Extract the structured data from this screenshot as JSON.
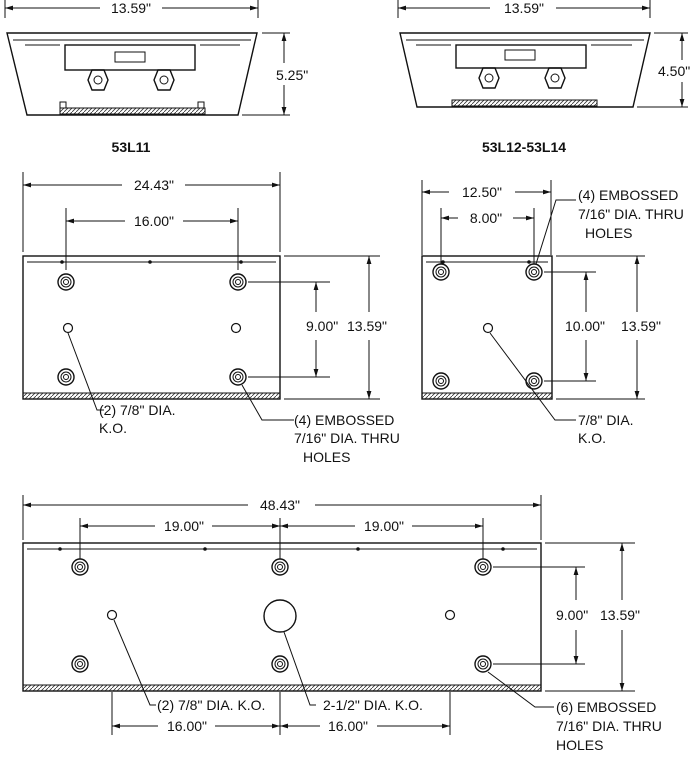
{
  "views": {
    "side_left": {
      "width": "13.59\"",
      "height": "5.25\"",
      "model": "53L11"
    },
    "side_right": {
      "width": "13.59\"",
      "height": "4.50\"",
      "model": "53L12-53L14"
    },
    "mid_left": {
      "overall_width": "24.43\"",
      "hole_spacing": "16.00\"",
      "hole_vertical": "9.00\"",
      "height": "13.59\"",
      "ko_label": [
        "(2) 7/8\" DIA.",
        "K.O."
      ],
      "emboss_label": [
        "(4) EMBOSSED",
        "7/16\" DIA. THRU",
        "HOLES"
      ]
    },
    "mid_right": {
      "overall_width": "12.50\"",
      "hole_spacing": "8.00\"",
      "hole_vertical": "10.00\"",
      "height": "13.59\"",
      "ko_label": [
        "7/8\" DIA.",
        "K.O."
      ],
      "emboss_label": [
        "(4) EMBOSSED",
        "7/16\" DIA. THRU",
        "HOLES"
      ]
    },
    "bottom": {
      "overall_width": "48.43\"",
      "hole_spacing_left": "19.00\"",
      "hole_spacing_right": "19.00\"",
      "hole_vertical": "9.00\"",
      "height": "13.59\"",
      "ko_spacing_left": "16.00\"",
      "ko_spacing_right": "16.00\"",
      "small_ko_label": "(2) 7/8\" DIA. K.O.",
      "large_ko_label": "2-1/2\" DIA. K.O.",
      "emboss_label": [
        "(6) EMBOSSED",
        "7/16\" DIA. THRU",
        "HOLES"
      ]
    }
  }
}
